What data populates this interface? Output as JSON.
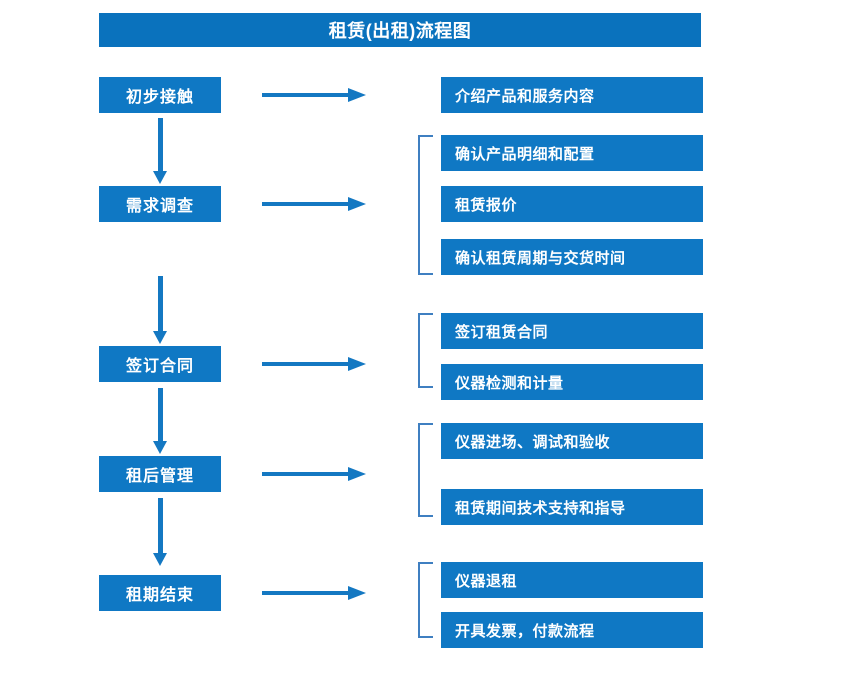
{
  "diagram": {
    "title": "租赁(出租)流程图",
    "colors": {
      "title_bar": "#0a72bd",
      "box": "#0f78c4",
      "arrow": "#1478c2",
      "bracket": "#3f7fc1",
      "text": "#ffffff",
      "background": "#ffffff"
    },
    "stages": [
      {
        "label": "初步接触",
        "details": [
          "介绍产品和服务内容"
        ]
      },
      {
        "label": "需求调查",
        "details": [
          "确认产品明细和配置",
          "租赁报价",
          "确认租赁周期与交货时间"
        ]
      },
      {
        "label": "签订合同",
        "details": [
          "签订租赁合同",
          "仪器检测和计量"
        ]
      },
      {
        "label": "租后管理",
        "details": [
          "仪器进场、调试和验收",
          "租赁期间技术支持和指导"
        ]
      },
      {
        "label": "租期结束",
        "details": [
          "仪器退租",
          "开具发票，付款流程"
        ]
      }
    ],
    "flow_arrows": {
      "horizontal_count": 5,
      "vertical_count": 4,
      "direction": "top-to-bottom"
    }
  }
}
